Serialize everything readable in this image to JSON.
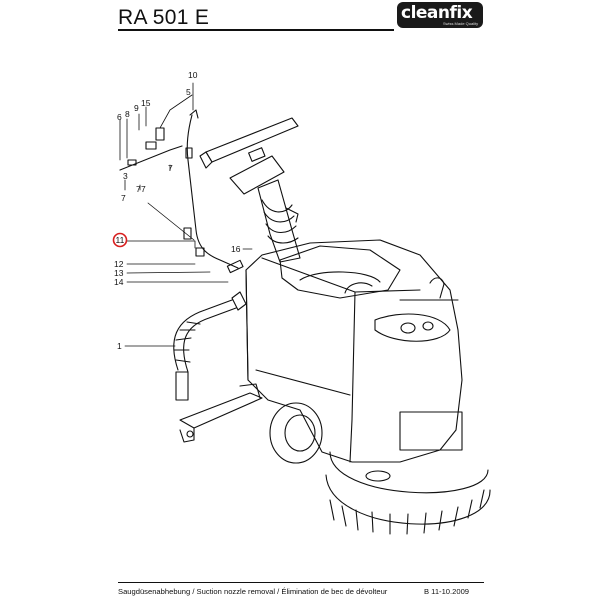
{
  "header": {
    "title": "RA 501 E",
    "logo_text": "cleanfix",
    "logo_tagline": "Swiss Made Quality"
  },
  "callouts": [
    {
      "id": "10",
      "label": "10"
    },
    {
      "id": "5",
      "label": "5"
    },
    {
      "id": "8",
      "label": "8"
    },
    {
      "id": "9",
      "label": "9"
    },
    {
      "id": "15",
      "label": "15"
    },
    {
      "id": "6",
      "label": "6"
    },
    {
      "id": "3",
      "label": "3"
    },
    {
      "id": "7a",
      "label": "7"
    },
    {
      "id": "7b",
      "label": "7"
    },
    {
      "id": "7c",
      "label": "7"
    },
    {
      "id": "7d",
      "label": "7"
    },
    {
      "id": "11",
      "label": "11",
      "highlighted": true
    },
    {
      "id": "16",
      "label": "16"
    },
    {
      "id": "12",
      "label": "12"
    },
    {
      "id": "13",
      "label": "13"
    },
    {
      "id": "14",
      "label": "14"
    },
    {
      "id": "1",
      "label": "1"
    }
  ],
  "colors": {
    "highlight": "#d81e1e",
    "line": "#111111"
  },
  "footer": {
    "caption": "Saugdüsenabhebung / Suction nozzle removal / Élimination de bec de dévolteur",
    "revision": "B 11-10.2009"
  }
}
